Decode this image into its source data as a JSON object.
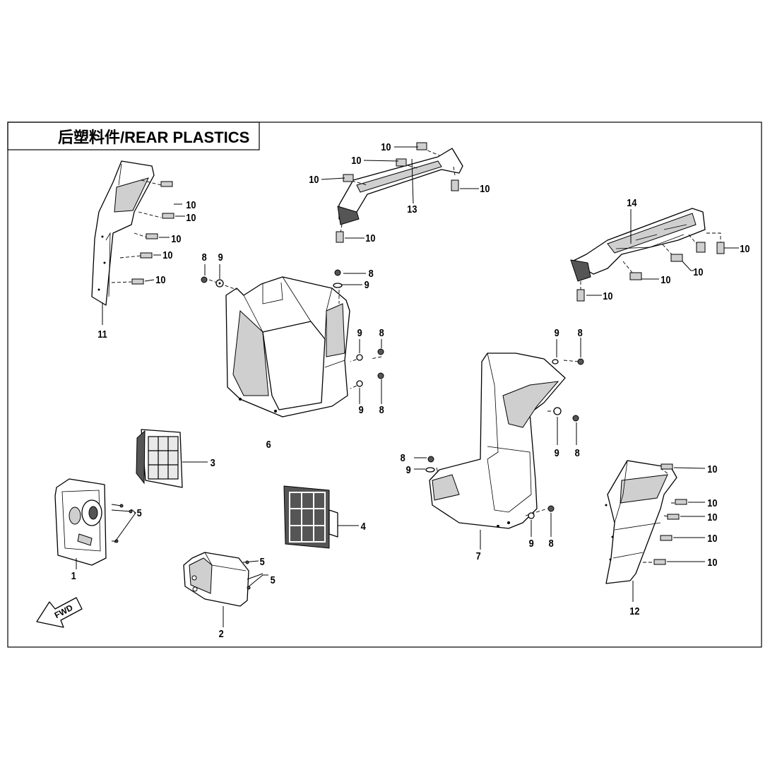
{
  "title": "后塑料件/REAR PLASTICS",
  "fwd_label": "FWD",
  "callouts": {
    "c1": "1",
    "c2": "2",
    "c3": "3",
    "c4": "4",
    "c5a": "5",
    "c5b": "5",
    "c5c": "5",
    "c6": "6",
    "c7": "7",
    "c8a": "8",
    "c8b": "8",
    "c8c": "8",
    "c8d": "8",
    "c8e": "8",
    "c8f": "8",
    "c8g": "8",
    "c8h": "8",
    "c9a": "9",
    "c9b": "9",
    "c9c": "9",
    "c9d": "9",
    "c9e": "9",
    "c9f": "9",
    "c9g": "9",
    "c9h": "9",
    "c10a": "10",
    "c10b": "10",
    "c10c": "10",
    "c10d": "10",
    "c10e": "10",
    "c10f": "10",
    "c10g": "10",
    "c10h": "10",
    "c10i": "10",
    "c10j": "10",
    "c10k": "10",
    "c10l": "10",
    "c10m": "10",
    "c10n": "10",
    "c10o": "10",
    "c10p": "10",
    "c10q": "10",
    "c11": "11",
    "c12": "12",
    "c13": "13",
    "c14": "14"
  }
}
